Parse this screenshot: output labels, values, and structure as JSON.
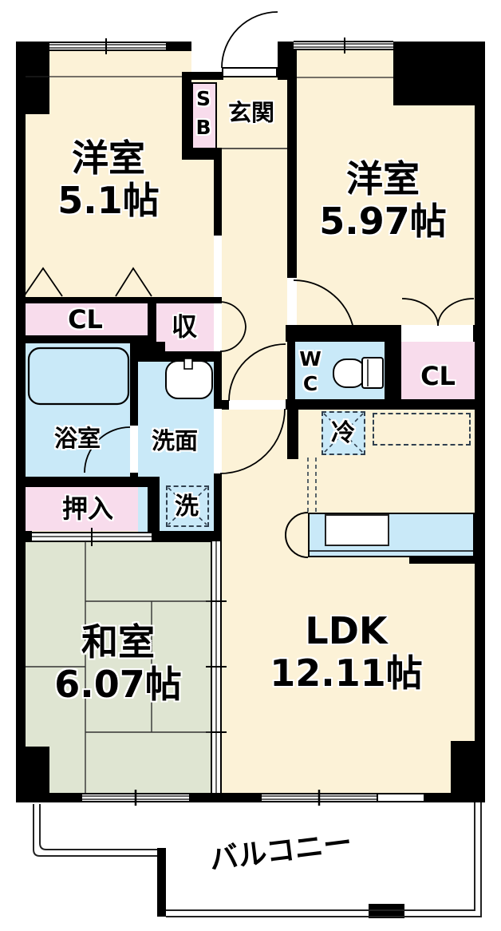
{
  "plan": {
    "rooms": {
      "west_room_1": {
        "name": "洋室",
        "size": "5.1帖"
      },
      "west_room_2": {
        "name": "洋室",
        "size": "5.97帖"
      },
      "tatami_room": {
        "name": "和室",
        "size": "6.07帖"
      },
      "ldk": {
        "name": "LDK",
        "size": "12.11帖"
      },
      "entrance": {
        "label": "玄関"
      },
      "shoe_box": {
        "label": "SB"
      },
      "closet_left": {
        "label": "CL"
      },
      "closet_right": {
        "label": "CL"
      },
      "storage": {
        "label": "収"
      },
      "toilet": {
        "label": "WC"
      },
      "bathroom": {
        "label": "浴室"
      },
      "washroom": {
        "label": "洗面"
      },
      "futon_closet": {
        "label": "押入"
      },
      "washer_space": {
        "label": "洗"
      },
      "fridge_space": {
        "label": "冷"
      },
      "balcony": {
        "label": "バルコニー"
      }
    },
    "colors": {
      "floor": "#fcf2d7",
      "tatami": "#dfe5d2",
      "wet_area": "#c9e9f8",
      "closet": "#f8dcec",
      "wall": "#000000",
      "background": "#ffffff"
    }
  }
}
